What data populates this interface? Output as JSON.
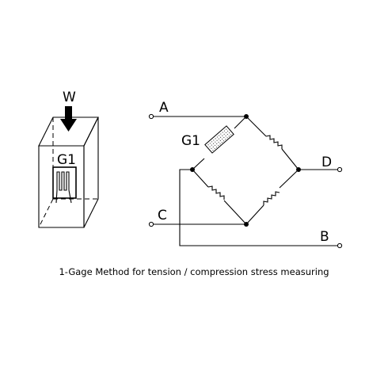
{
  "labels": {
    "weight": "W",
    "gage_block": "G1",
    "gage_bridge": "G1",
    "terminal_a": "A",
    "terminal_b": "B",
    "terminal_c": "C",
    "terminal_d": "D"
  },
  "caption": "1-Gage Method for tension / compression stress measuring",
  "colors": {
    "ink": "#000000",
    "background": "#ffffff"
  }
}
